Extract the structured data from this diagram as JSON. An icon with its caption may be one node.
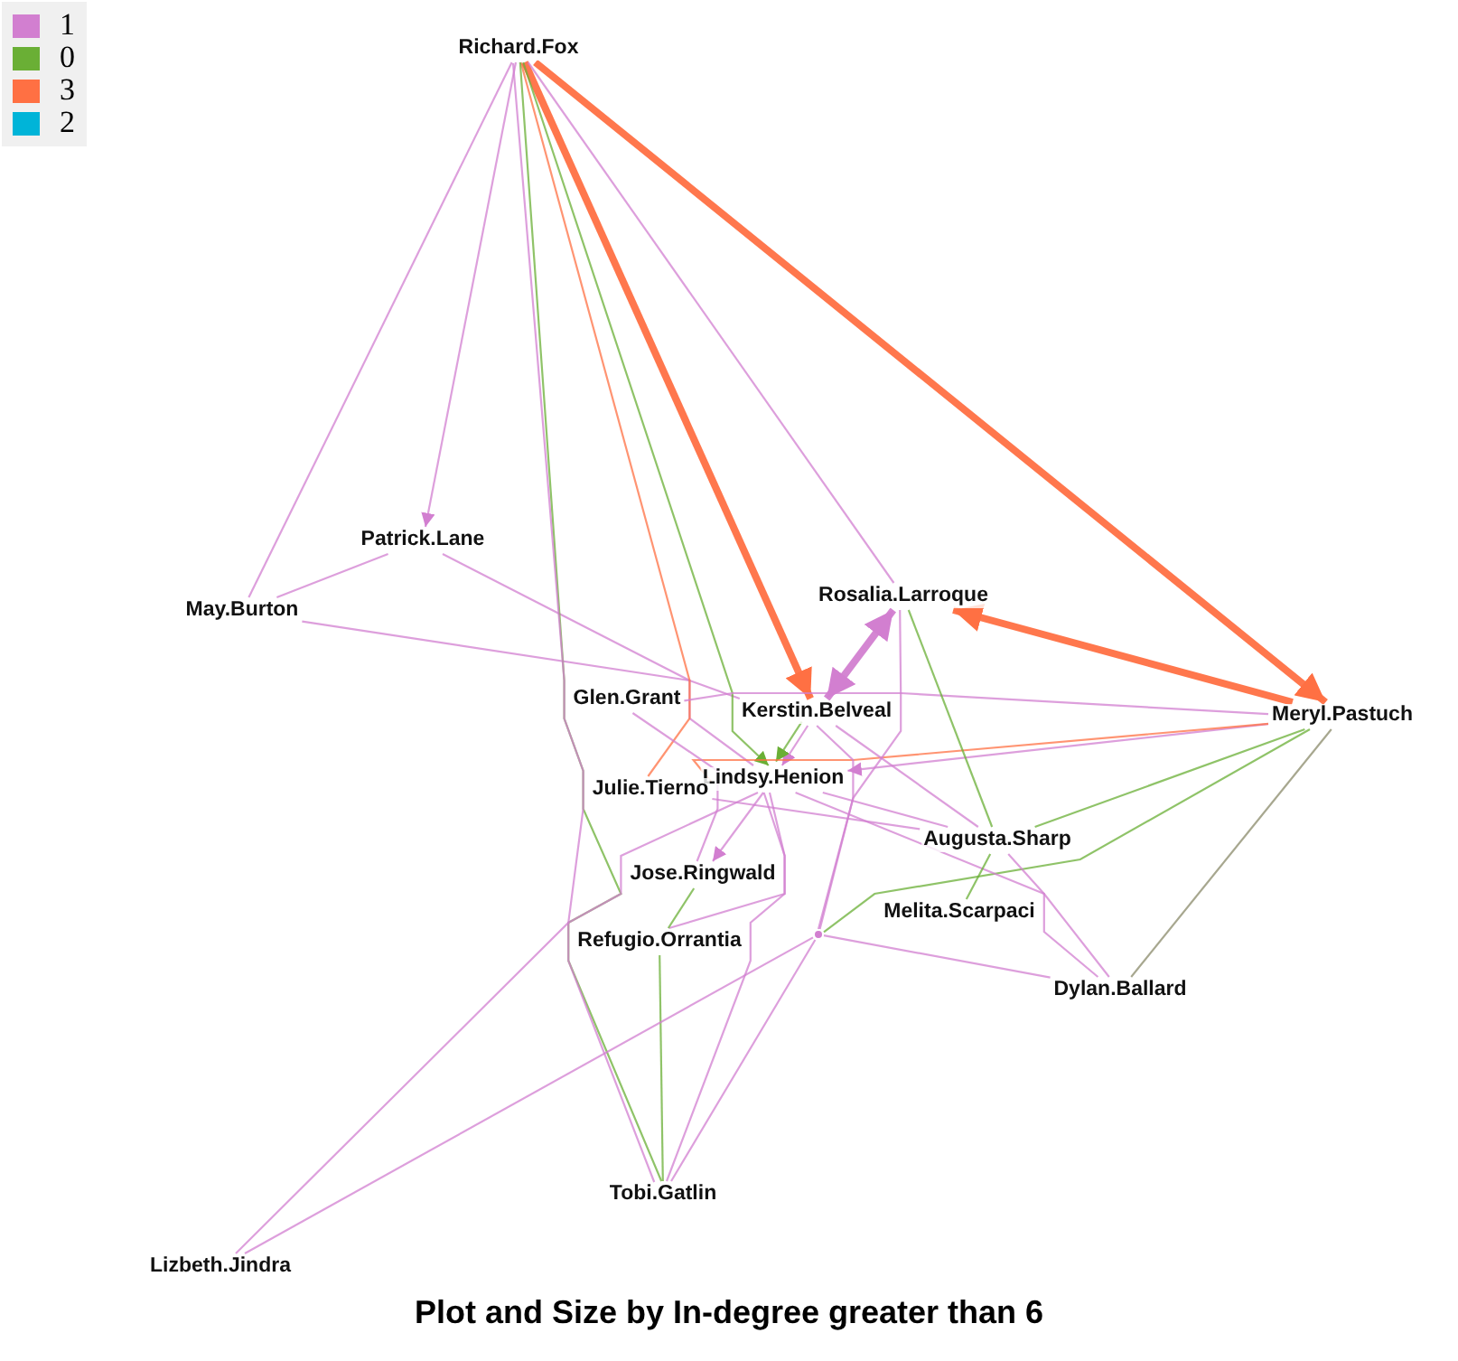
{
  "diagram": {
    "title": "Plot and Size by In-degree greater than 6",
    "nodes": [
      {
        "text": [
          "Richard.Fox"
        ]
      },
      {
        "text": [
          "Patrick.Lane"
        ]
      },
      {
        "text": [
          "May.Burton"
        ]
      },
      {
        "text": [
          "Rosalia.Larroque"
        ]
      },
      {
        "text": [
          "Glen.Grant"
        ]
      },
      {
        "text": [
          "Kerstin.Belveal"
        ]
      },
      {
        "text": [
          "Meryl.Pastuch"
        ]
      },
      {
        "text": [
          "Lindsy.Henion"
        ]
      },
      {
        "text": [
          "Julie.Tierno"
        ]
      },
      {
        "text": [
          "Augusta.Sharp"
        ]
      },
      {
        "text": [
          "Jose.Ringwald"
        ]
      },
      {
        "text": [
          "Melita.Scarpaci"
        ]
      },
      {
        "text": [
          "Refugio.Orrantia"
        ]
      },
      {
        "text": [
          "Dylan.Ballard"
        ]
      },
      {
        "text": [
          "Tobi.Gatlin"
        ]
      },
      {
        "text": [
          "Lizbeth.Jindra"
        ]
      },
      {
        "text": [],
        "shape": "dot"
      }
    ],
    "edges": [
      {
        "from": 0,
        "to": 1,
        "arrow": "to"
      },
      {
        "from": 0,
        "to": 2,
        "arrow": "none"
      },
      {
        "from": 2,
        "to": 1,
        "arrow": "none"
      },
      {
        "from": 2,
        "to": 5,
        "arrow": "none"
      },
      {
        "from": 1,
        "to": 7,
        "arrow": "none"
      },
      {
        "from": 0,
        "to": 5,
        "arrow": "to",
        "style": "thick",
        "color": "#ff7043"
      },
      {
        "from": 0,
        "to": 6,
        "arrow": "to",
        "style": "thick",
        "color": "#ff7043"
      },
      {
        "from": 0,
        "to": 7,
        "arrow": "to",
        "color": "#6aaf35"
      },
      {
        "from": 0,
        "to": 3,
        "arrow": "none"
      },
      {
        "from": 0,
        "to": 8,
        "arrow": "none",
        "color": "#ff7043"
      },
      {
        "from": 0,
        "to": 14,
        "arrow": "none",
        "color": "#6aaf35"
      },
      {
        "from": 0,
        "to": 14,
        "arrow": "none"
      },
      {
        "from": 3,
        "to": 5,
        "arrow": "both",
        "style": "thick"
      },
      {
        "from": 6,
        "to": 3,
        "arrow": "to",
        "style": "thick",
        "color": "#ff7043"
      },
      {
        "from": 6,
        "to": 7,
        "arrow": "to"
      },
      {
        "from": 5,
        "to": 7,
        "arrow": "to"
      },
      {
        "from": 5,
        "to": 7,
        "arrow": "to",
        "color": "#6aaf35"
      },
      {
        "from": 4,
        "to": 6,
        "arrow": "none"
      },
      {
        "from": 8,
        "to": 6,
        "arrow": "none",
        "color": "#ff7043"
      },
      {
        "from": 6,
        "to": 9,
        "arrow": "none",
        "color": "#6aaf35"
      },
      {
        "from": 6,
        "to": 16,
        "arrow": "none",
        "color": "#6aaf35"
      },
      {
        "from": 6,
        "to": 13,
        "arrow": "none",
        "color": "#8a8a6a"
      },
      {
        "from": 3,
        "to": 9,
        "arrow": "none",
        "color": "#6aaf35"
      },
      {
        "from": 3,
        "to": 16,
        "arrow": "none"
      },
      {
        "from": 5,
        "to": 9,
        "arrow": "none"
      },
      {
        "from": 5,
        "to": 16,
        "arrow": "none"
      },
      {
        "from": 7,
        "to": 9,
        "arrow": "none"
      },
      {
        "from": 7,
        "to": 13,
        "arrow": "none"
      },
      {
        "from": 7,
        "to": 14,
        "arrow": "none"
      },
      {
        "from": 7,
        "to": 10,
        "arrow": "to"
      },
      {
        "from": 7,
        "to": 15,
        "arrow": "none"
      },
      {
        "from": 7,
        "to": 12,
        "arrow": "none"
      },
      {
        "from": 9,
        "to": 13,
        "arrow": "none"
      },
      {
        "from": 9,
        "to": 11,
        "arrow": "none",
        "color": "#6aaf35"
      },
      {
        "from": 8,
        "to": 9,
        "arrow": "none"
      },
      {
        "from": 4,
        "to": 10,
        "arrow": "none"
      },
      {
        "from": 10,
        "to": 12,
        "arrow": "none",
        "color": "#6aaf35"
      },
      {
        "from": 12,
        "to": 14,
        "arrow": "none",
        "color": "#6aaf35"
      },
      {
        "from": 15,
        "to": 16,
        "arrow": "none"
      },
      {
        "from": 14,
        "to": 16,
        "arrow": "none"
      },
      {
        "from": 16,
        "to": 13,
        "arrow": "none"
      }
    ],
    "legend": [
      {
        "text": "1",
        "color": "#d27fd0"
      },
      {
        "text": "0",
        "color": "#6aaf35"
      },
      {
        "text": "3",
        "color": "#ff7043"
      },
      {
        "text": "2",
        "color": "#00b4d8"
      }
    ]
  }
}
